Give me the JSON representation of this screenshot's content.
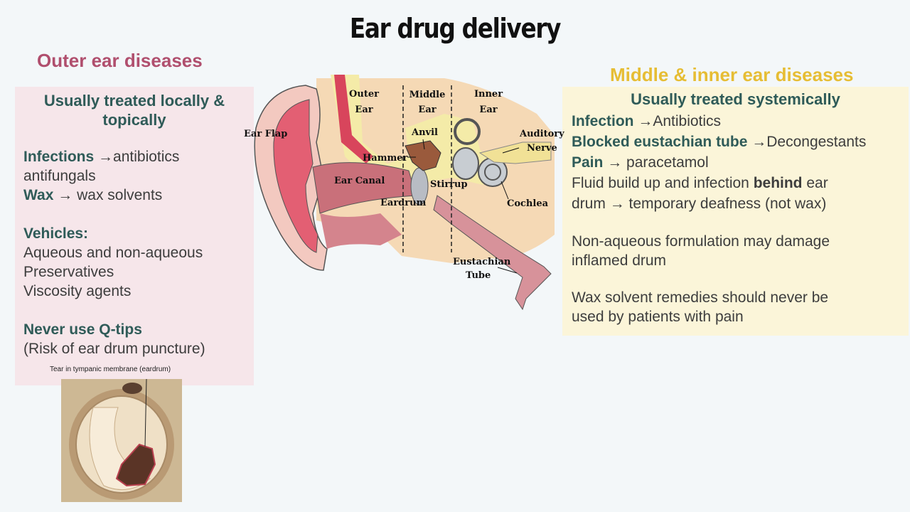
{
  "page": {
    "title": "Ear drug delivery"
  },
  "outer": {
    "heading": "Outer ear diseases",
    "subheading_line1": "Usually treated locally &",
    "subheading_line2": "topically",
    "infections_label": "Infections",
    "infections_value": "antibiotics",
    "infections_value2": "antifungals",
    "wax_label": "Wax",
    "wax_value": "wax solvents",
    "vehicles_label": "Vehicles:",
    "vehicles": [
      "Aqueous and non-aqueous",
      "Preservatives",
      "Viscosity agents"
    ],
    "never_label": "Never use Q-tips",
    "never_note": "(Risk of ear drum puncture)",
    "tear_caption": "Tear in tympanic membrane (eardrum)"
  },
  "inner": {
    "heading": "Middle & inner ear diseases",
    "subheading": "Usually treated systemically",
    "infection_label": "Infection",
    "infection_value": "Antibiotics",
    "blocked_label": "Blocked eustachian tube",
    "blocked_value": "Decongestants",
    "pain_label": "Pain",
    "pain_value": "paracetamol",
    "fluid_pre": "Fluid build up and infection",
    "fluid_bold": "behind",
    "fluid_post": "ear",
    "fluid_line2": "drum",
    "fluid_line2_post": "temporary deafness (not wax)",
    "nonaqueous_line1": "Non-aqueous formulation may damage",
    "nonaqueous_line2": "inflamed drum",
    "wax_line1": "Wax solvent remedies should never be",
    "wax_line2": "used by patients with pain",
    "arrow": "→"
  },
  "diagram": {
    "outer_ear_1": "Outer",
    "outer_ear_2": "Ear",
    "middle_ear_1": "Middle",
    "middle_ear_2": "Ear",
    "inner_ear_1": "Inner",
    "inner_ear_2": "Ear",
    "ear_flap": "Ear Flap",
    "anvil": "Anvil",
    "auditory": "Auditory",
    "nerve": "Nerve",
    "hammer": "Hammer",
    "ear_canal": "Ear Canal",
    "stirrup": "Stirrup",
    "eardrum": "Eardrum",
    "cochlea": "Cochlea",
    "eustachian_1": "Eustachian",
    "eustachian_2": "Tube"
  },
  "colors": {
    "outer_heading": "#b04f6e",
    "inner_heading": "#e6bd34",
    "teal_bold": "#2f5b58",
    "left_panel_bg": "#f6e6ea",
    "right_panel_bg": "#fbf5d9"
  },
  "icons": {
    "arrow": "right-arrow-icon"
  }
}
